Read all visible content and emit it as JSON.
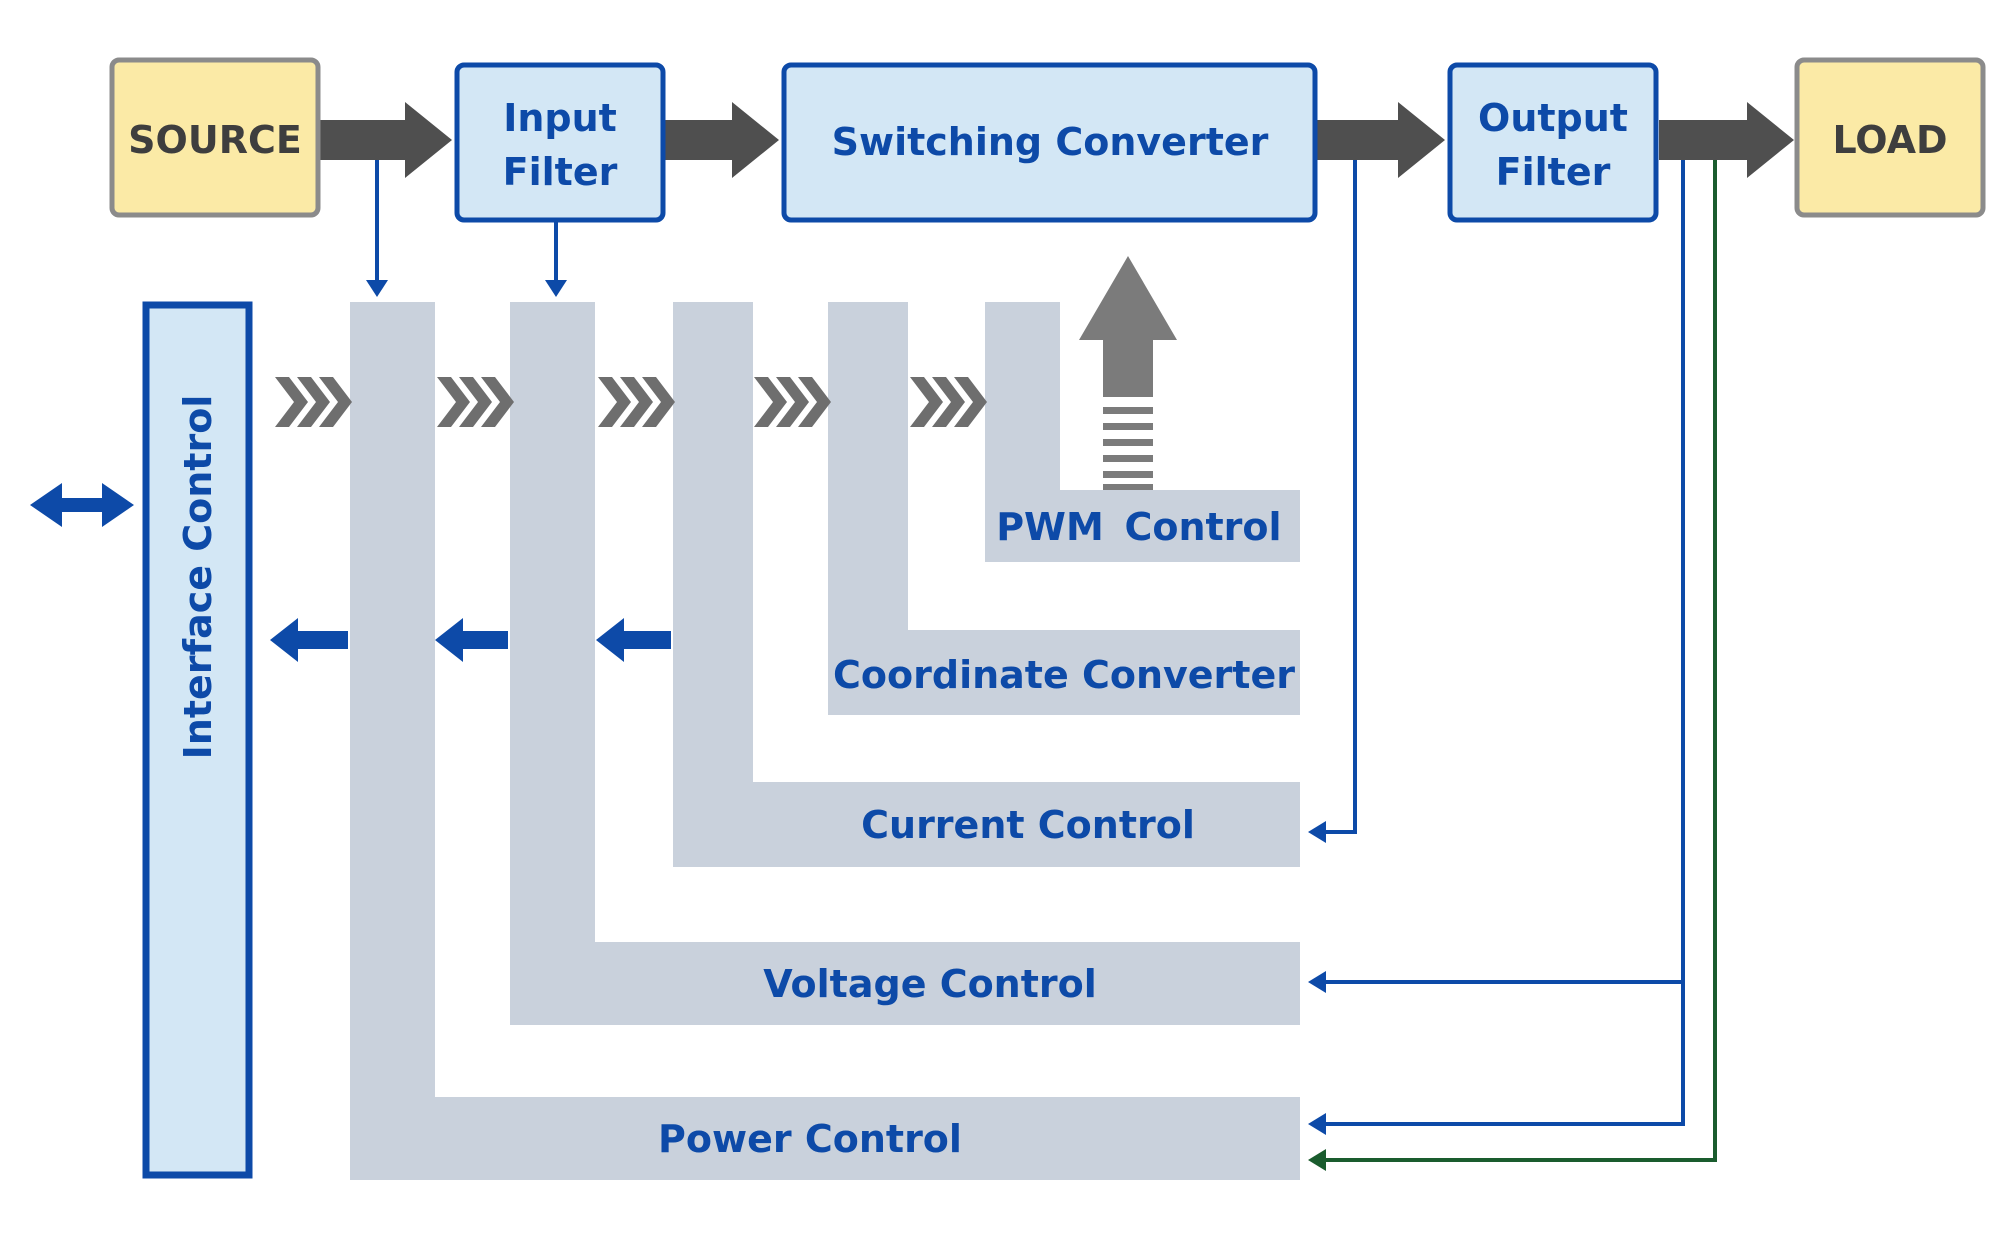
{
  "blocks": {
    "source": "SOURCE",
    "input_filter": [
      "Input",
      "Filter"
    ],
    "switching_converter": "Switching Converter",
    "output_filter": [
      "Output",
      "Filter"
    ],
    "load": "LOAD"
  },
  "control": {
    "interface": "Interface Control",
    "pwm_left": "PWM",
    "pwm_right": "Control",
    "coordinate_converter": "Coordinate Converter",
    "current_control": "Current Control",
    "voltage_control": "Voltage Control",
    "power_control": "Power Control"
  },
  "colors": {
    "source_load_fill": "#fbeaa6",
    "source_load_stroke": "#8b8b8b",
    "block_fill": "#d3e7f5",
    "block_stroke": "#0d4aa8",
    "control_fill": "#c9d1dc",
    "text_dark": "#3e3e3e",
    "text_blue": "#0d4aa8",
    "power_arrow": "#4f4f4f",
    "chevron": "#6e6e6e",
    "signal_blue": "#0d4aa8",
    "signal_green": "#1a5c2e",
    "up_arrow": "#7b7b7b"
  }
}
